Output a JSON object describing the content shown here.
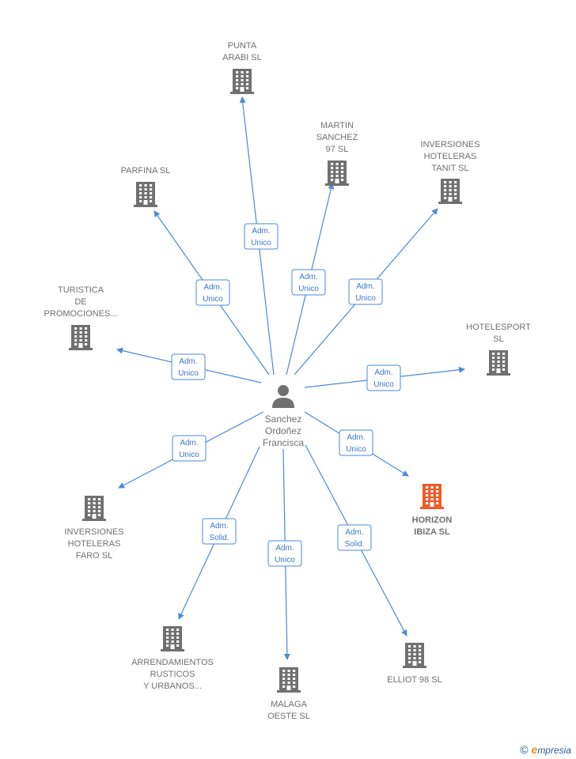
{
  "center": {
    "label_lines": [
      "Sanchez",
      "Ordoñez",
      "Francisca"
    ],
    "icon": "person-icon"
  },
  "nodes": [
    {
      "id": "punta-arabi",
      "label_lines": [
        "PUNTA",
        "ARABI  SL"
      ],
      "icon": "building-icon",
      "color": "#707070",
      "relation": [
        "Adm.",
        "Unico"
      ]
    },
    {
      "id": "martin-sanchez",
      "label_lines": [
        "MARTIN",
        "SANCHEZ",
        "97 SL"
      ],
      "icon": "building-icon",
      "color": "#707070",
      "relation": [
        "Adm.",
        "Unico"
      ]
    },
    {
      "id": "inversiones-tanit",
      "label_lines": [
        "INVERSIONES",
        "HOTELERAS",
        "TANIT SL"
      ],
      "icon": "building-icon",
      "color": "#707070",
      "relation": [
        "Adm.",
        "Unico"
      ]
    },
    {
      "id": "parfina",
      "label_lines": [
        "PARFINA  SL"
      ],
      "icon": "building-icon",
      "color": "#707070",
      "relation": [
        "Adm.",
        "Unico"
      ]
    },
    {
      "id": "turistica",
      "label_lines": [
        "TURISTICA",
        "DE",
        "PROMOCIONES..."
      ],
      "icon": "building-icon",
      "color": "#707070",
      "relation": [
        "Adm.",
        "Unico"
      ]
    },
    {
      "id": "hotelesport",
      "label_lines": [
        "HOTELESPORT",
        "SL"
      ],
      "icon": "building-icon",
      "color": "#707070",
      "relation": [
        "Adm.",
        "Unico"
      ]
    },
    {
      "id": "horizon-ibiza",
      "label_lines": [
        "HORIZON",
        "IBIZA  SL"
      ],
      "icon": "building-icon",
      "color": "#f05a28",
      "relation": [
        "Adm.",
        "Unico"
      ],
      "highlight": true
    },
    {
      "id": "inversiones-faro",
      "label_lines": [
        "INVERSIONES",
        "HOTELERAS",
        "FARO SL"
      ],
      "icon": "building-icon",
      "color": "#707070",
      "relation": [
        "Adm.",
        "Unico"
      ]
    },
    {
      "id": "arrendamientos",
      "label_lines": [
        "ARRENDAMIENTOS",
        "RUSTICOS",
        "Y URBANOS..."
      ],
      "icon": "building-icon",
      "color": "#707070",
      "relation": [
        "Adm.",
        "Solid."
      ]
    },
    {
      "id": "malaga-oeste",
      "label_lines": [
        "MALAGA",
        "OESTE  SL"
      ],
      "icon": "building-icon",
      "color": "#707070",
      "relation": [
        "Adm.",
        "Unico"
      ]
    },
    {
      "id": "elliot-98",
      "label_lines": [
        "ELLIOT 98  SL"
      ],
      "icon": "building-icon",
      "color": "#707070",
      "relation": [
        "Adm.",
        "Solid."
      ]
    }
  ],
  "colors": {
    "edge": "#4a8ad6",
    "node_default": "#707070",
    "node_highlight": "#f05a28"
  },
  "brand": {
    "copyright": "©",
    "initial": "e",
    "rest": "mpresia"
  }
}
